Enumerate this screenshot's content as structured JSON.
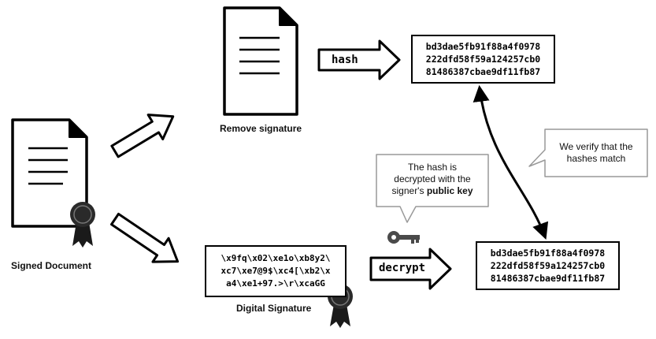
{
  "labels": {
    "signed_document": "Signed Document",
    "remove_signature": "Remove signature",
    "digital_signature": "Digital Signature",
    "hash_action": "hash",
    "decrypt_action": "decrypt"
  },
  "hash_top": {
    "lines": [
      "bd3dae5fb91f88a4f0978",
      "222dfd58f59a124257cb0",
      "81486387cbae9df11fb87"
    ]
  },
  "hash_bottom": {
    "lines": [
      "bd3dae5fb91f88a4f0978",
      "222dfd58f59a124257cb0",
      "81486387cbae9df11fb87"
    ]
  },
  "signature": {
    "lines": [
      "\\x9fq\\x02\\xe1o\\xb8y2\\",
      "xc7\\xe7@9$\\xc4[\\xb2\\x",
      "a4\\xe1+97.>\\r\\xcaGG"
    ]
  },
  "bubble_decrypt": {
    "line1": "The hash is",
    "line2": "decrypted with the",
    "line3_prefix": "signer's ",
    "line3_bold": "public key"
  },
  "bubble_verify": {
    "line1": "We verify that the",
    "line2": "hashes match"
  },
  "icons": {
    "document": "document-icon",
    "ribbon": "award-ribbon-icon",
    "key": "key-icon"
  },
  "colors": {
    "stroke": "#000000",
    "fill": "#ffffff",
    "ribbon": "#1a1a1a",
    "key": "#4a4a4a"
  }
}
